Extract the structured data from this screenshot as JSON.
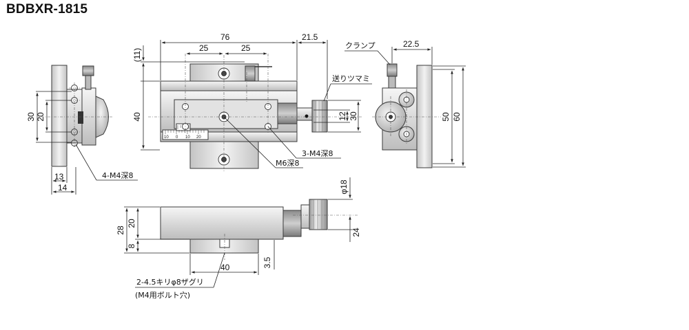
{
  "title": "BDBXR-1815",
  "front_view": {
    "dim_width": "76",
    "dim_clamp_offset": "21.5",
    "dim_pitch_left": "25",
    "dim_pitch_right": "25",
    "dim_ref": "(11)",
    "dim_height": "40",
    "dim_feed_dia_small": "12",
    "dim_feed_dia_large": "30",
    "label_feed_knob": "送りツマミ",
    "label_tap_3": "3-M4深8",
    "label_tap_center": "M6深8",
    "scale_marks": [
      "10",
      "0",
      "10",
      "20"
    ]
  },
  "left_view": {
    "dim_outer": "30",
    "dim_inner": "20",
    "dim_13": "13",
    "dim_14": "14",
    "label_tap_4": "4-M4深8"
  },
  "right_view": {
    "label_clamp": "クランプ",
    "dim_clamp": "22.5",
    "dim_50": "50",
    "dim_60": "60"
  },
  "bottom_view": {
    "dim_total_height": "28",
    "dim_table_height": "20",
    "dim_base_height": "8",
    "dim_base_width": "40",
    "dim_3_5": "3.5",
    "dim_knob_dia": "φ18",
    "dim_knob_height": "24",
    "label_cbore": "2-4.5キリφ8ザグリ",
    "label_cbore_note": "(M4用ボルト穴)"
  }
}
